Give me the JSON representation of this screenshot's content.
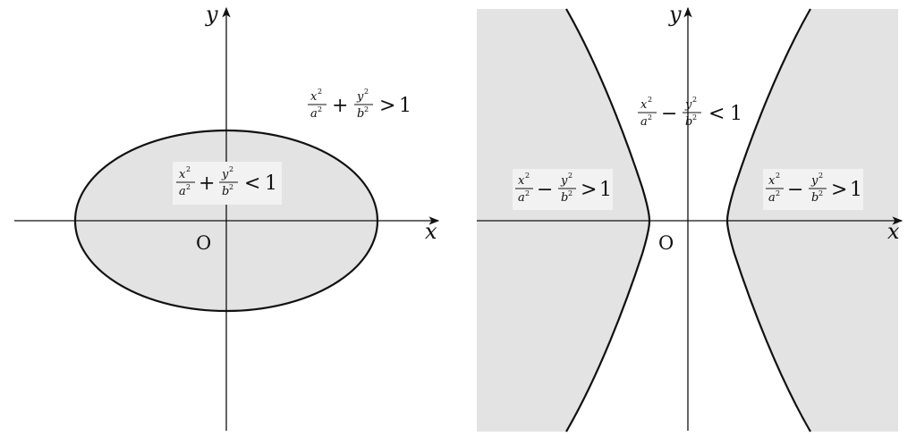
{
  "left_panel": {
    "x_axis_label": "x",
    "y_axis_label": "y",
    "origin_label": "O",
    "inside_inequality": {
      "t1n": "x",
      "t1d": "a",
      "op": "+",
      "t2n": "y",
      "t2d": "b",
      "exp": "2",
      "rel": "<",
      "rhs": "1"
    },
    "outside_inequality": {
      "t1n": "x",
      "t1d": "a",
      "op": "+",
      "t2n": "y",
      "t2d": "b",
      "exp": "2",
      "rel": ">",
      "rhs": "1"
    },
    "shade_color": "#e3e3e3",
    "label_bg_color": "#f2f2f2"
  },
  "right_panel": {
    "x_axis_label": "x",
    "y_axis_label": "y",
    "origin_label": "O",
    "middle_inequality": {
      "t1n": "x",
      "t1d": "a",
      "op": "−",
      "t2n": "y",
      "t2d": "b",
      "exp": "2",
      "rel": "<",
      "rhs": "1"
    },
    "left_inequality": {
      "t1n": "x",
      "t1d": "a",
      "op": "−",
      "t2n": "y",
      "t2d": "b",
      "exp": "2",
      "rel": ">",
      "rhs": "1"
    },
    "right_inequality": {
      "t1n": "x",
      "t1d": "a",
      "op": "−",
      "t2n": "y",
      "t2d": "b",
      "exp": "2",
      "rel": ">",
      "rhs": "1"
    },
    "shade_color": "#e3e3e3",
    "label_bg_color": "#f2f2f2"
  }
}
